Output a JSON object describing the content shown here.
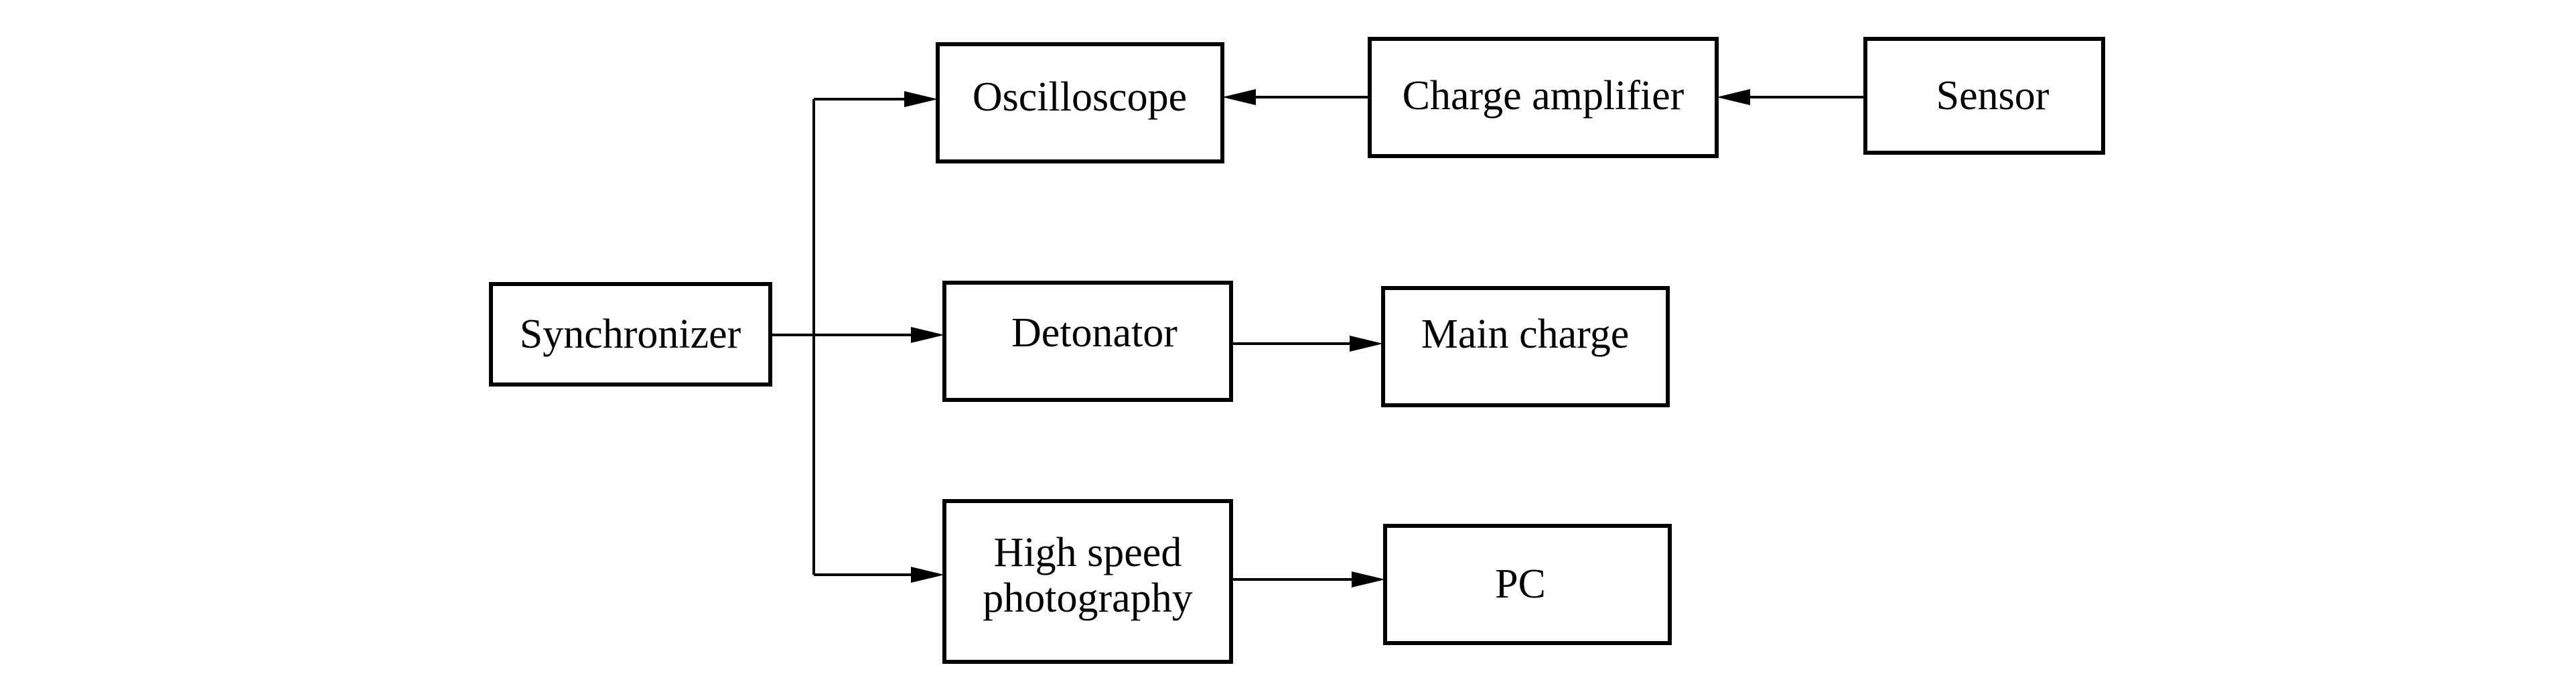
{
  "diagram": {
    "nodes": {
      "synchronizer": {
        "label": "Synchronizer"
      },
      "oscilloscope": {
        "label": "Oscilloscope"
      },
      "charge_amplifier": {
        "label": "Charge amplifier"
      },
      "sensor": {
        "label": "Sensor"
      },
      "detonator": {
        "label": "Detonator"
      },
      "main_charge": {
        "label": "Main charge"
      },
      "high_speed_photography": {
        "label_line1": "High speed",
        "label_line2": "photography"
      },
      "pc": {
        "label": "PC"
      }
    },
    "edges": [
      {
        "from": "synchronizer",
        "to": "oscilloscope"
      },
      {
        "from": "synchronizer",
        "to": "detonator"
      },
      {
        "from": "synchronizer",
        "to": "high_speed_photography"
      },
      {
        "from": "charge_amplifier",
        "to": "oscilloscope"
      },
      {
        "from": "sensor",
        "to": "charge_amplifier"
      },
      {
        "from": "detonator",
        "to": "main_charge"
      },
      {
        "from": "high_speed_photography",
        "to": "pc"
      }
    ],
    "colors": {
      "stroke": "#000000",
      "background": "#ffffff"
    }
  }
}
